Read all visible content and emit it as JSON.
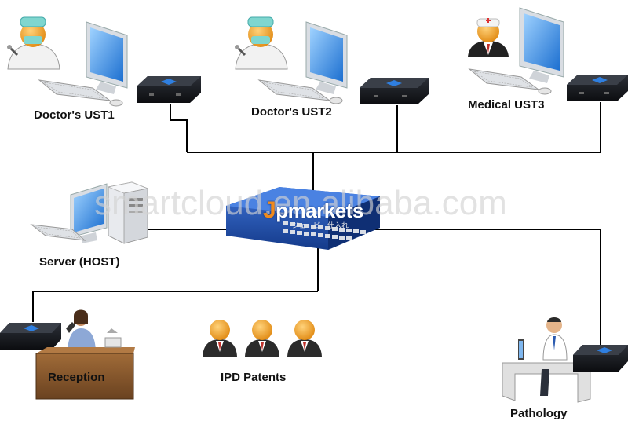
{
  "nodes": {
    "doctor1": "Doctor's UST1",
    "doctor2": "Doctor's UST2",
    "medical3": "Medical UST3",
    "server": "Server (HOST)",
    "reception": "Reception",
    "ipd": "IPD Patents",
    "pathology": "Pathology"
  },
  "watermark": {
    "text": "smartcloud.en.alibaba.com",
    "brand_j": "J",
    "brand_rest": "pmarkets",
    "brand_sub": "ジェーピー仕入れ"
  },
  "colors": {
    "line": "#000000",
    "box_body": "#15171c",
    "box_accent": "#2f7fe0",
    "monitor_screen": "#3a9be8",
    "switch_body": "#1f4fb0",
    "desk": "#8a5a2e",
    "person_orange": "#e8951e"
  }
}
